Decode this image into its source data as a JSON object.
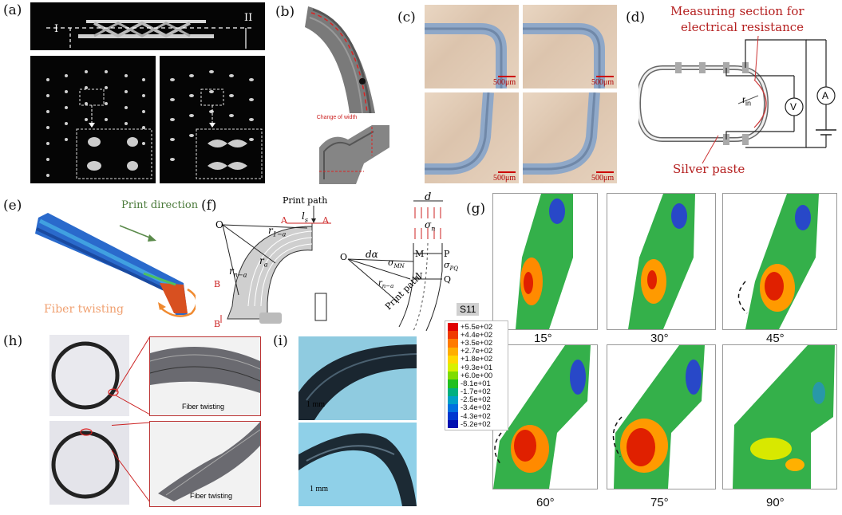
{
  "panels": {
    "a": {
      "label": "(a)",
      "roman_left": "I",
      "roman_right": "II"
    },
    "b": {
      "label": "(b)",
      "caption": "Change of width"
    },
    "c": {
      "label": "(c)",
      "scale": "500μm"
    },
    "d": {
      "label": "(d)",
      "measure_line1": "Measuring section for",
      "measure_line2": "electrical resistance",
      "silver": "Silver paste",
      "r_in": "r",
      "r_in_sub": "in",
      "voltmeter": "V",
      "ammeter": "A"
    },
    "e": {
      "label": "(e)",
      "print_dir": "Print direction",
      "fiber_twisting": "Fiber twisting"
    },
    "f": {
      "label": "(f)",
      "print_path_top": "Print path",
      "print_path_bottom": "Print path",
      "pt_O": "O",
      "pt_O2": "O",
      "pt_A1": "A",
      "pt_A2": "A",
      "pt_B1": "B",
      "pt_B2": "B",
      "r1a": "r",
      "r1a_sub": "1−a",
      "ra": "r",
      "ra_sub": "a",
      "rna": "r",
      "rna_sub": "n−a",
      "ls": "l",
      "ls_sub": "s",
      "d": "d",
      "sigma_n": "σ",
      "sigma_n_sub": "n",
      "M": "M",
      "N": "N",
      "P": "P",
      "Q": "Q",
      "dalpha": "dα",
      "sigma_mn": "σ",
      "sigma_mn_sub": "MN",
      "sigma_pq": "σ",
      "sigma_pq_sub": "PQ",
      "rn_a2": "r",
      "rn_a2_sub": "n−a"
    },
    "g": {
      "label": "(g)",
      "var": "S11",
      "angles": [
        "15°",
        "30°",
        "45°",
        "60°",
        "75°",
        "90°"
      ],
      "legend": [
        "+5.5e+02",
        "+4.4e+02",
        "+3.5e+02",
        "+2.7e+02",
        "+1.8e+02",
        "+9.3e+01",
        "+6.0e+00",
        "-8.1e+01",
        "-1.7e+02",
        "-2.5e+02",
        "-3.4e+02",
        "-4.3e+02",
        "-5.2e+02"
      ],
      "legend_colors": [
        "#e00000",
        "#f03a00",
        "#ff7a00",
        "#ffae00",
        "#ffd800",
        "#d8f000",
        "#7fdc00",
        "#22c020",
        "#00b080",
        "#00a0c8",
        "#0070e0",
        "#0038d0",
        "#0010b0"
      ]
    },
    "h": {
      "label": "(h)",
      "fiber1": "Fiber twisting",
      "fiber2": "Fiber twisting"
    },
    "i": {
      "label": "(i)",
      "scale1": "1 mm",
      "scale2": "1 mm"
    }
  }
}
